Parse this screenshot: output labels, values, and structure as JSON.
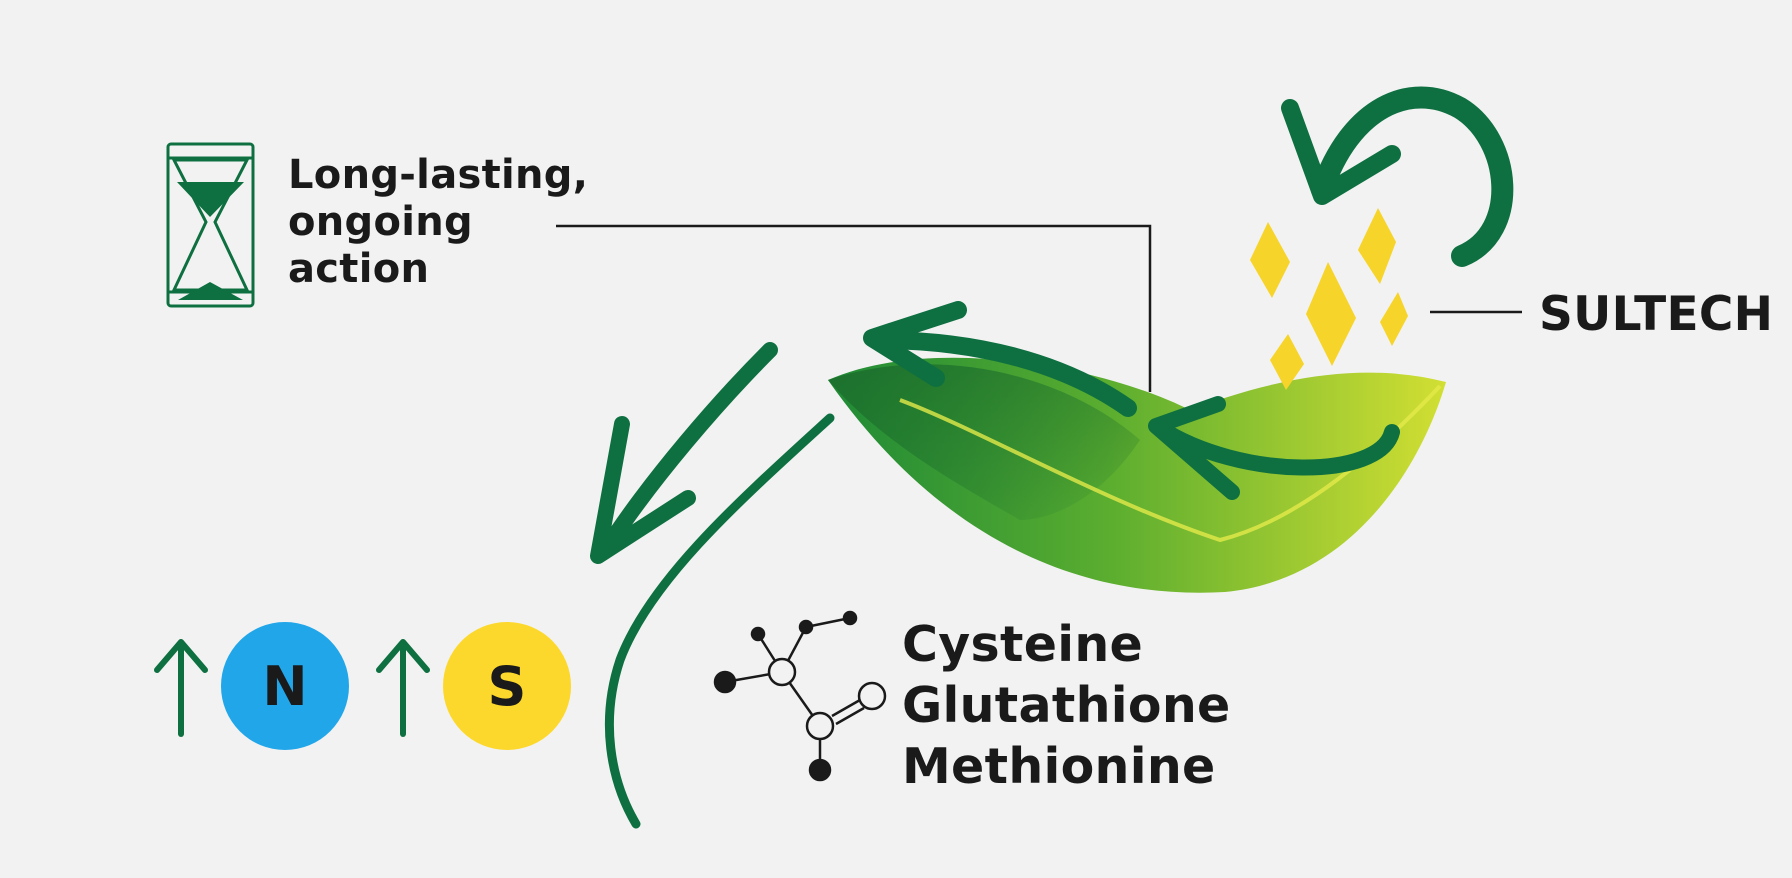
{
  "labels": {
    "long_lasting": [
      "Long-lasting,",
      "ongoing",
      "action"
    ],
    "sultech": "SULTECH",
    "amino_acids": [
      "Cysteine",
      "Glutathione",
      "Methionine"
    ],
    "nutrient_n": "N",
    "nutrient_s": "S"
  },
  "icons": {
    "hourglass": "hourglass-icon",
    "molecule": "molecule-icon",
    "up_arrow": "up-arrow-icon",
    "cycle_arrow": "curved-arrow-icon",
    "leaf": "leaf-illustration",
    "granules": "sulfur-granules"
  },
  "colors": {
    "background": "#f2f2f2",
    "dark_green": "#0e7040",
    "leaf_dark": "#1f8a36",
    "leaf_light": "#c8dc32",
    "granule_yellow": "#f6d42a",
    "n_circle": "#21a6ea",
    "s_circle": "#fdd82c",
    "text": "#1a1a1a"
  }
}
